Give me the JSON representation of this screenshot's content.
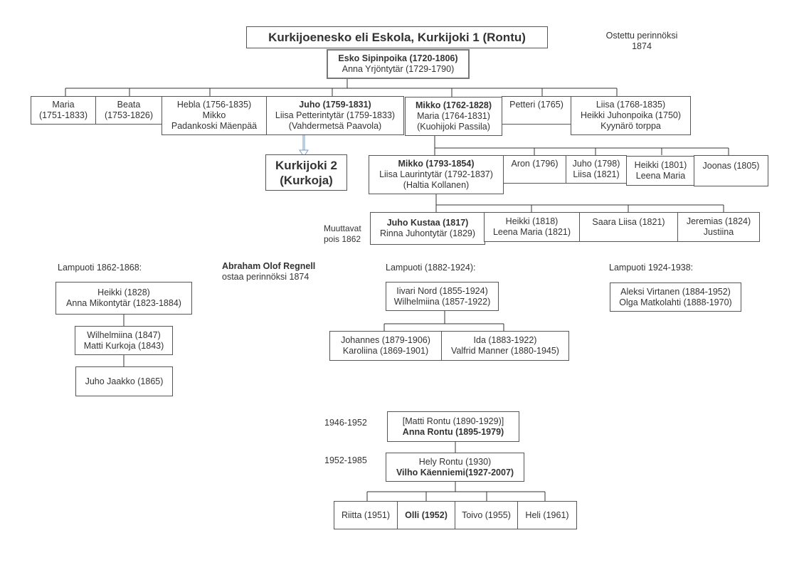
{
  "title": "Kurkijoenesko eli Eskola, Kurkijoki 1  (Rontu)",
  "bought_note": {
    "line1": "Ostettu perinnöksi",
    "line2": "1874"
  },
  "root": {
    "line1": "Esko Sipinpoika (1720-1806)",
    "line2": "Anna Yrjöntytär (1729-1790)"
  },
  "gen1": {
    "maria": {
      "line1": "Maria",
      "line2": "(1751-1833)"
    },
    "beata": {
      "line1": "Beata",
      "line2": "(1753-1826)"
    },
    "hebla": {
      "line1": "Hebla (1756-1835)",
      "line2": "Mikko",
      "line3": "Padankoski Mäenpää"
    },
    "juho": {
      "line1": "Juho (1759-1831)",
      "line2": "Liisa Petterintytär (1759-1833)",
      "line3": "(Vahdermetsä Paavola)"
    },
    "mikko": {
      "line1": "Mikko (1762-1828)",
      "line2": "Maria (1764-1831)",
      "line3": "(Kuohijoki Passila)"
    },
    "petteri": {
      "line1": "Petteri (1765)"
    },
    "liisa": {
      "line1": "Liisa (1768-1835)",
      "line2": "Heikki Juhonpoika (1750)",
      "line3": "Kyynärö torppa"
    }
  },
  "kurkijoki2": {
    "line1": "Kurkijoki 2",
    "line2": "(Kurkoja)"
  },
  "gen2": {
    "mikko": {
      "line1": "Mikko (1793-1854)",
      "line2": "Liisa Laurintytär (1792-1837)",
      "line3": "(Haltia Kollanen)"
    },
    "aron": {
      "line1": "Aron (1796)"
    },
    "juho": {
      "line1": "Juho (1798)",
      "line2": "Liisa (1821)"
    },
    "heikki": {
      "line1": "Heikki (1801)",
      "line2": "Leena Maria"
    },
    "joonas": {
      "line1": "Joonas (1805)"
    }
  },
  "moved_note": {
    "line1": "Muuttavat",
    "line2": "pois 1862"
  },
  "gen3": {
    "juho_kustaa": {
      "line1": "Juho Kustaa (1817)",
      "line2": "Rinna Juhontytär (1829)"
    },
    "heikki": {
      "line1": "Heikki (1818)",
      "line2": "Leena Maria (1821)"
    },
    "saara": {
      "line1": "Saara Liisa (1821)"
    },
    "jeremias": {
      "line1": "Jeremias (1824)",
      "line2": "Justiina"
    }
  },
  "lampuoti1": {
    "label": "Lampuoti 1862-1868:",
    "heikki": {
      "line1": "Heikki (1828)",
      "line2": "Anna Mikontytär (1823-1884)"
    },
    "wilhelmiina": {
      "line1": "Wilhelmiina (1847)",
      "line2": "Matti Kurkoja (1843)"
    },
    "juho_jaakko": {
      "line1": "Juho Jaakko (1865)"
    }
  },
  "regnell": {
    "line1": "Abraham Olof Regnell",
    "line2": "ostaa  perinnöksi 1874"
  },
  "lampuoti2": {
    "label": "Lampuoti (1882-1924):",
    "iivari": {
      "line1": "Iivari Nord (1855-1924)",
      "line2": "Wilhelmiina (1857-1922)"
    },
    "johannes": {
      "line1": "Johannes  (1879-1906)",
      "line2": "Karoliina  (1869-1901)"
    },
    "ida": {
      "line1": "Ida (1883-1922)",
      "line2": "Valfrid Manner (1880-1945)"
    }
  },
  "lampuoti3": {
    "label": "Lampuoti 1924-1938:",
    "aleksi": {
      "line1": "Aleksi Virtanen (1884-1952)",
      "line2": "Olga Matkolahti (1888-1970)"
    }
  },
  "period1": {
    "label": "1946-1952",
    "line1": "[Matti Rontu (1890-1929)]",
    "line2": "Anna Rontu (1895-1979)"
  },
  "period2": {
    "label": "1952-1985",
    "line1": "Hely Rontu (1930)",
    "line2": "Vilho Käenniemi(1927-2007)"
  },
  "children": {
    "riitta": "Riitta (1951)",
    "olli": "Olli (1952)",
    "toivo": "Toivo (1955)",
    "heli": "Heli (1961)"
  }
}
